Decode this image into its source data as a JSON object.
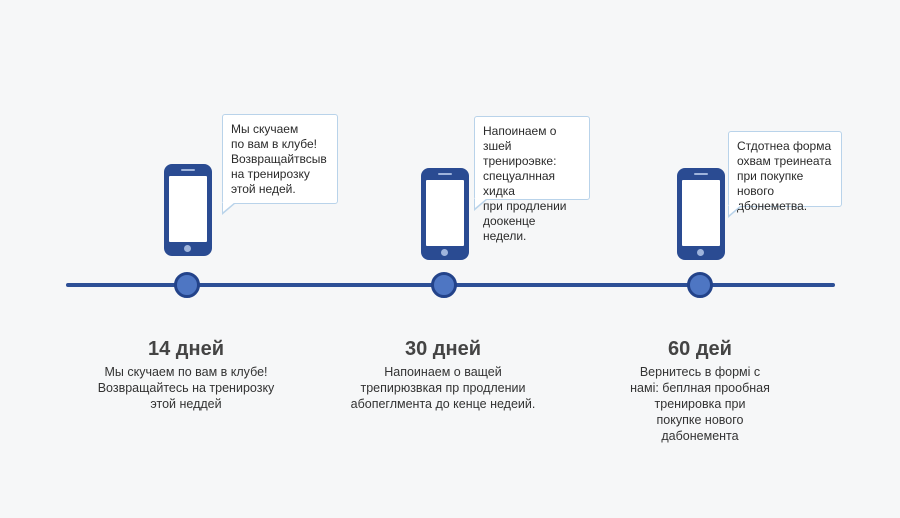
{
  "milestones": [
    {
      "title": "14 дней",
      "description": "Мы скучаем по вам в клубе!\nВозвращайтесь на тренирозку\nэтой неддей",
      "bubble": "Мы скучаем\nпо вам в клубе!\nВозвращайтвсыв\nна тренирозку\nэтой недей."
    },
    {
      "title": "30 дней",
      "description": "Напоинаем о ващей\nтрепирюзвкая пр продлении\nабопеглмента до кенце недеий.",
      "bubble": "Напоинаем о зшей\nтренироэвке:\nспецуалнная хидка\nпри продлении\nдоокенце недели."
    },
    {
      "title": "60 дей",
      "description": "Вернитесь в формі с\nнамі: беплная прообная\nтренировка при\nпокупке нового\nдабонемента",
      "bubble": "Стдотнеа форма\nохвам треинеата\nпри покупке нового\nдбонеметва."
    }
  ],
  "colors": {
    "line": "#2d4f96",
    "node": "#4e76c3",
    "phone": "#2a4b92",
    "bubble_border": "#b9d3ea"
  },
  "icons": [
    "smartphone-icon",
    "speech-bubble",
    "timeline-node"
  ]
}
